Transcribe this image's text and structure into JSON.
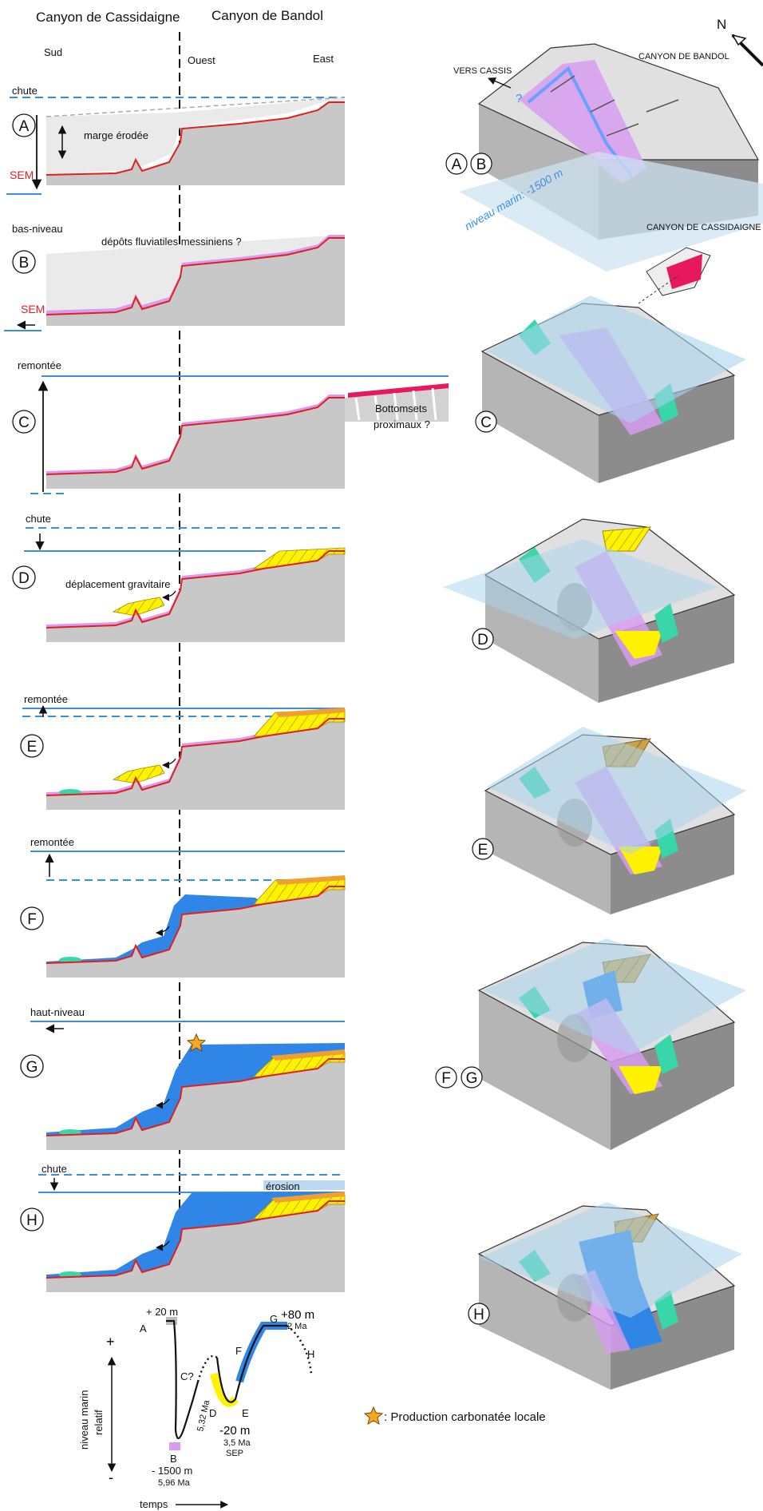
{
  "header": {
    "left": "Canyon de Cassidaigne",
    "right": "Canyon de Bandol"
  },
  "orientation": {
    "sud": "Sud",
    "ouest": "Ouest",
    "east": "East",
    "north": "N"
  },
  "panel_a": {
    "letter": "A",
    "phase": "chute",
    "annotation": "marge érodée",
    "sem": "SEM"
  },
  "panel_b": {
    "letter": "B",
    "phase": "bas-niveau",
    "annotation": "dépôts fluviatiles messiniens ?",
    "sem": "SEM"
  },
  "panel_c": {
    "letter": "C",
    "phase": "remontée",
    "annotation_1": "Bottomsets",
    "annotation_2": "proximaux ?"
  },
  "panel_d": {
    "letter": "D",
    "phase": "chute",
    "annotation": "déplacement gravitaire"
  },
  "panel_e": {
    "letter": "E",
    "phase": "remontée"
  },
  "panel_f": {
    "letter": "F",
    "phase": "remontée"
  },
  "panel_g": {
    "letter": "G",
    "phase": "haut-niveau"
  },
  "panel_h": {
    "letter": "H",
    "phase": "chute",
    "annotation": "érosion"
  },
  "block_1": {
    "letters": [
      "A",
      "B"
    ],
    "vers_cassis": "VERS CASSIS",
    "canyon_bandol": "CANYON DE BANDOL",
    "canyon_cassidaigne": "CANYON DE CASSIDAIGNE",
    "niveau_marin": "niveau marin: -1500 m"
  },
  "block_2": {
    "letter": "C"
  },
  "block_3": {
    "letter": "D"
  },
  "block_4": {
    "letter": "E"
  },
  "block_5": {
    "letters": [
      "F",
      "G"
    ]
  },
  "block_6": {
    "letter": "H"
  },
  "curve": {
    "plus": "+",
    "minus": "-",
    "y_label_1": "niveau marin",
    "y_label_2": "relatif",
    "x_label": "temps",
    "points": {
      "A": "A",
      "B": "B",
      "C": "C?",
      "D": "D",
      "E": "E",
      "F": "F",
      "G": "G",
      "H": "H"
    },
    "a_value": "+ 20 m",
    "b_value": "- 1500 m",
    "b_age": "5,96 Ma",
    "c_age": "5,32 Ma",
    "e_value": "-20 m",
    "e_age": "3,5 Ma",
    "e_note": "SEP",
    "g_value": "+80 m",
    "g_age": "2 Ma"
  },
  "legend": {
    "text": ": Production carbonatée locale"
  },
  "colors": {
    "water_line": "#3d8fdc",
    "sem_line": "#e02020",
    "fluvial": "#d79cf0",
    "prograding": "#fff200",
    "marine_fill": "#2f86e6",
    "green_deposit": "#38d6a8",
    "carbonate_star": "#f5a623",
    "bottomsets": "#e8185f",
    "block_shadow": "#8c8c8c"
  }
}
